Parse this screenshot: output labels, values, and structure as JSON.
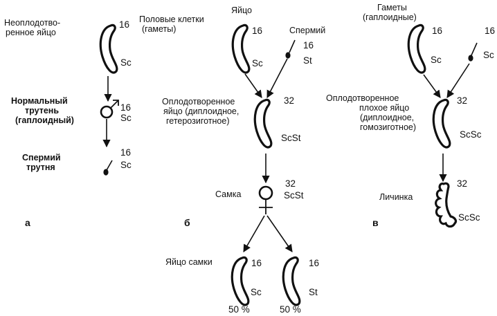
{
  "colors": {
    "ink": "#111111",
    "background": "#ffffff"
  },
  "left": {
    "egg_label": [
      "Неоплодотво-",
      "ренное яйцо"
    ],
    "egg_chrom": "16",
    "egg_genotype": "Sc",
    "drone_label": [
      "Нормальный",
      "трутень",
      "(гаплоидный)"
    ],
    "drone_chrom": "16",
    "drone_genotype": "Sc",
    "sperm_label": [
      "Спермий",
      "трутня"
    ],
    "sperm_chrom": "16",
    "sperm_genotype": "Sc",
    "panel_letter": "а"
  },
  "middle": {
    "gametes_label": [
      "Половые клетки",
      "(гаметы)"
    ],
    "egg_label": "Яйцо",
    "egg_chrom": "16",
    "egg_genotype": "Sc",
    "sperm_label": "Спермий",
    "sperm_chrom": "16",
    "sperm_genotype": "St",
    "zygote_label": [
      "Оплодотворенное",
      "яйцо (диплоидное,",
      "гетерозиготное)"
    ],
    "zygote_chrom": "32",
    "zygote_genotype": "ScSt",
    "female_label": "Самка",
    "female_chrom": "32",
    "female_genotype": "ScSt",
    "panel_letter": "б",
    "eggs_label": "Яйцо самки",
    "egg1_chrom": "16",
    "egg1_genotype": "Sc",
    "egg1_percent": "50 %",
    "egg2_chrom": "16",
    "egg2_genotype": "St",
    "egg2_percent": "50 %"
  },
  "right": {
    "gametes_label": [
      "Гаметы",
      "(гаплоидные)"
    ],
    "egg_chrom": "16",
    "egg_genotype": "Sc",
    "sperm_chrom": "16",
    "sperm_genotype": "Sc",
    "zygote_label": [
      "Оплодотворенное",
      "плохое яйцо",
      "(диплоидное,",
      "гомозиготное)"
    ],
    "zygote_chrom": "32",
    "zygote_genotype": "ScSc",
    "larva_label": "Личинка",
    "larva_chrom": "32",
    "larva_genotype": "ScSc",
    "panel_letter": "в"
  }
}
